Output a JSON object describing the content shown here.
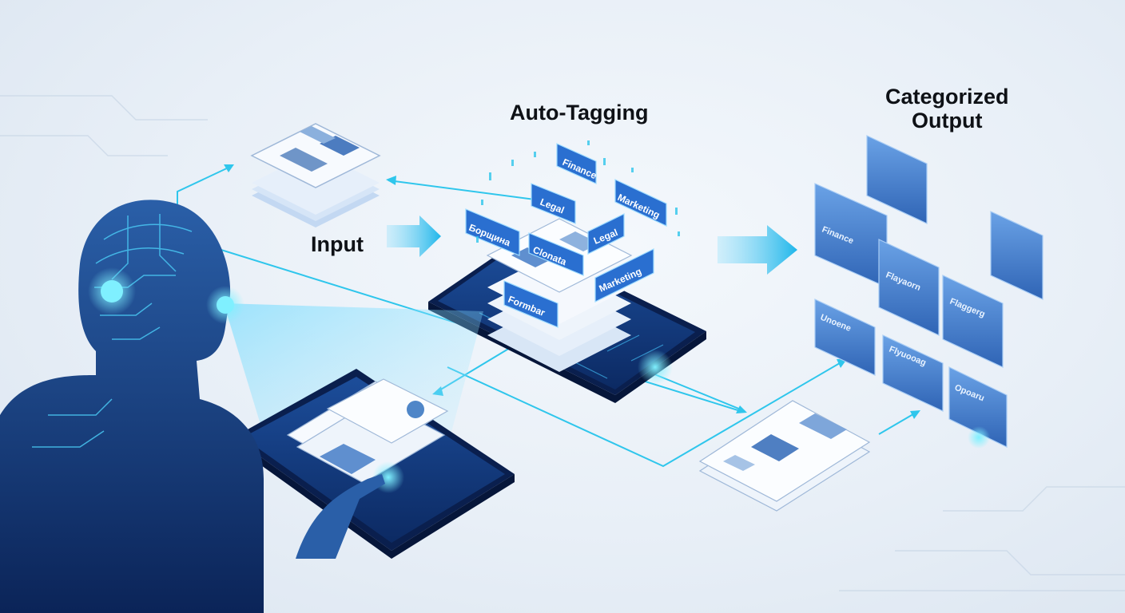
{
  "labels": {
    "input": "Input",
    "auto_tagging": "Auto-Tagging",
    "output_line1": "Categorized",
    "output_line2": "Output"
  },
  "tags": {
    "finance": "Finance",
    "legal_left": "Legal",
    "marketing_top": "Marketing",
    "left": "Борщина",
    "center": "Clonata",
    "legal_right": "Legal",
    "bottom": "Formbar",
    "marketing_bottom": "Marketing"
  },
  "folders": {
    "top_left": "Finance",
    "middle": "Flayaorn",
    "right": "Flaggerg",
    "bottom_left": "Unoene",
    "bottom_middle": "Flyuooag",
    "bottom_right": "Opoaru"
  },
  "colors": {
    "accent_cyan": "#2fc6ec",
    "tag_blue": "#2a6fd0",
    "folder_blue": "#4a86d6",
    "ink": "#0e1116"
  }
}
